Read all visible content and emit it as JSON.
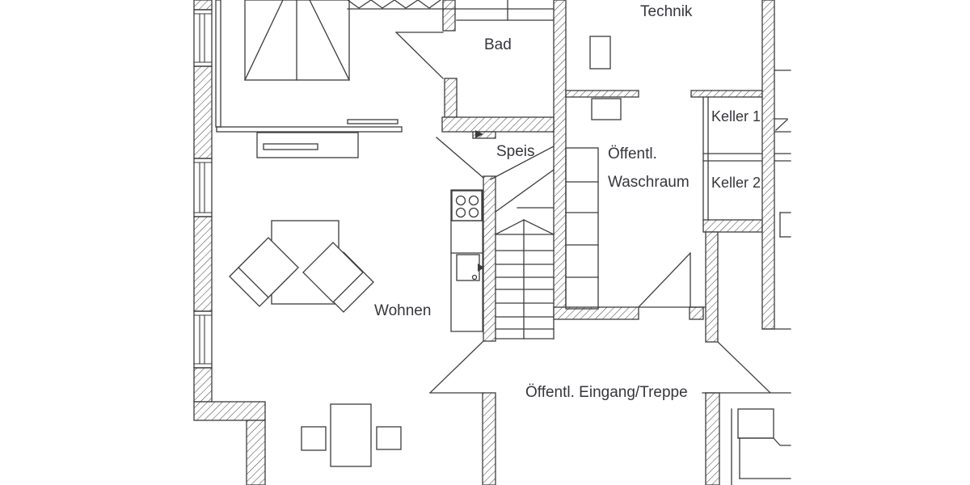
{
  "plan": {
    "type": "floor-plan",
    "colors": {
      "line": "#3c3c3c",
      "text": "#36363c",
      "background": "#ffffff"
    },
    "rooms": {
      "technik": {
        "label": "Technik"
      },
      "bad": {
        "label": "Bad"
      },
      "speis": {
        "label": "Speis"
      },
      "waschraum": {
        "label_line1": "Öffentl.",
        "label_line2": "Waschraum"
      },
      "keller1": {
        "label": "Keller 1"
      },
      "keller2": {
        "label": "Keller 2"
      },
      "wohnen": {
        "label": "Wohnen"
      },
      "eingang": {
        "label": "Öffentl. Eingang/Treppe"
      }
    }
  }
}
